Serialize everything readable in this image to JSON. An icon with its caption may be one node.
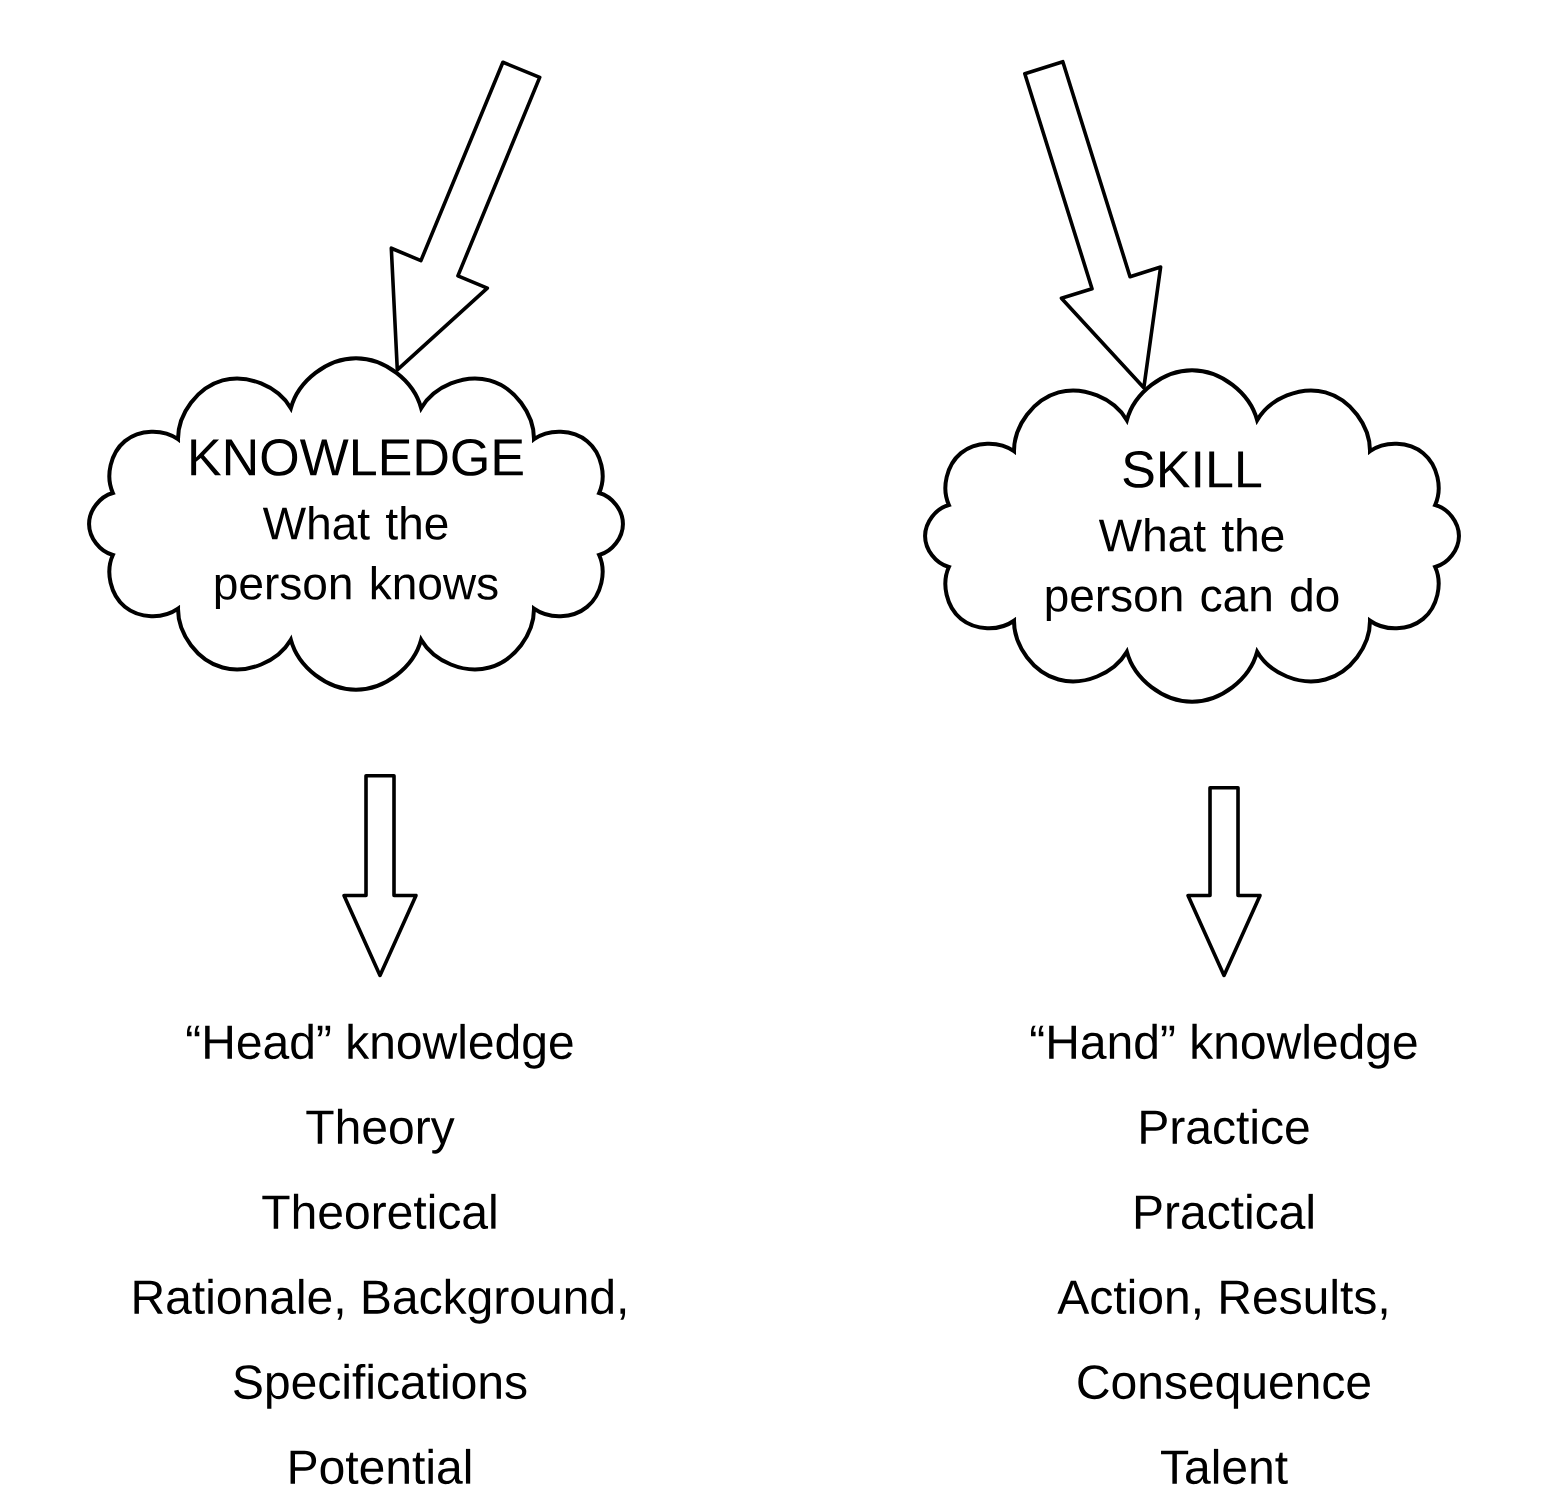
{
  "diagram": {
    "nodes": [
      {
        "text": [
          "KNOWLEDGE",
          "What the person knows"
        ]
      },
      {
        "text": [
          "SKILL",
          "What the person can do"
        ]
      },
      {
        "text": [
          "“Head” knowledge",
          "Theory",
          "Theoretical",
          "Rationale, Background,",
          "Specifications",
          "Potential"
        ]
      },
      {
        "text": [
          "“Hand” knowledge",
          "Practice",
          "Practical",
          "Action, Results,",
          "Consequence",
          "Talent"
        ]
      }
    ],
    "edges": [
      {
        "from": null,
        "to": 0,
        "arrow": "to"
      },
      {
        "from": null,
        "to": 1,
        "arrow": "to"
      },
      {
        "from": 0,
        "to": 2,
        "arrow": "to"
      },
      {
        "from": 1,
        "to": 3,
        "arrow": "to"
      }
    ]
  }
}
